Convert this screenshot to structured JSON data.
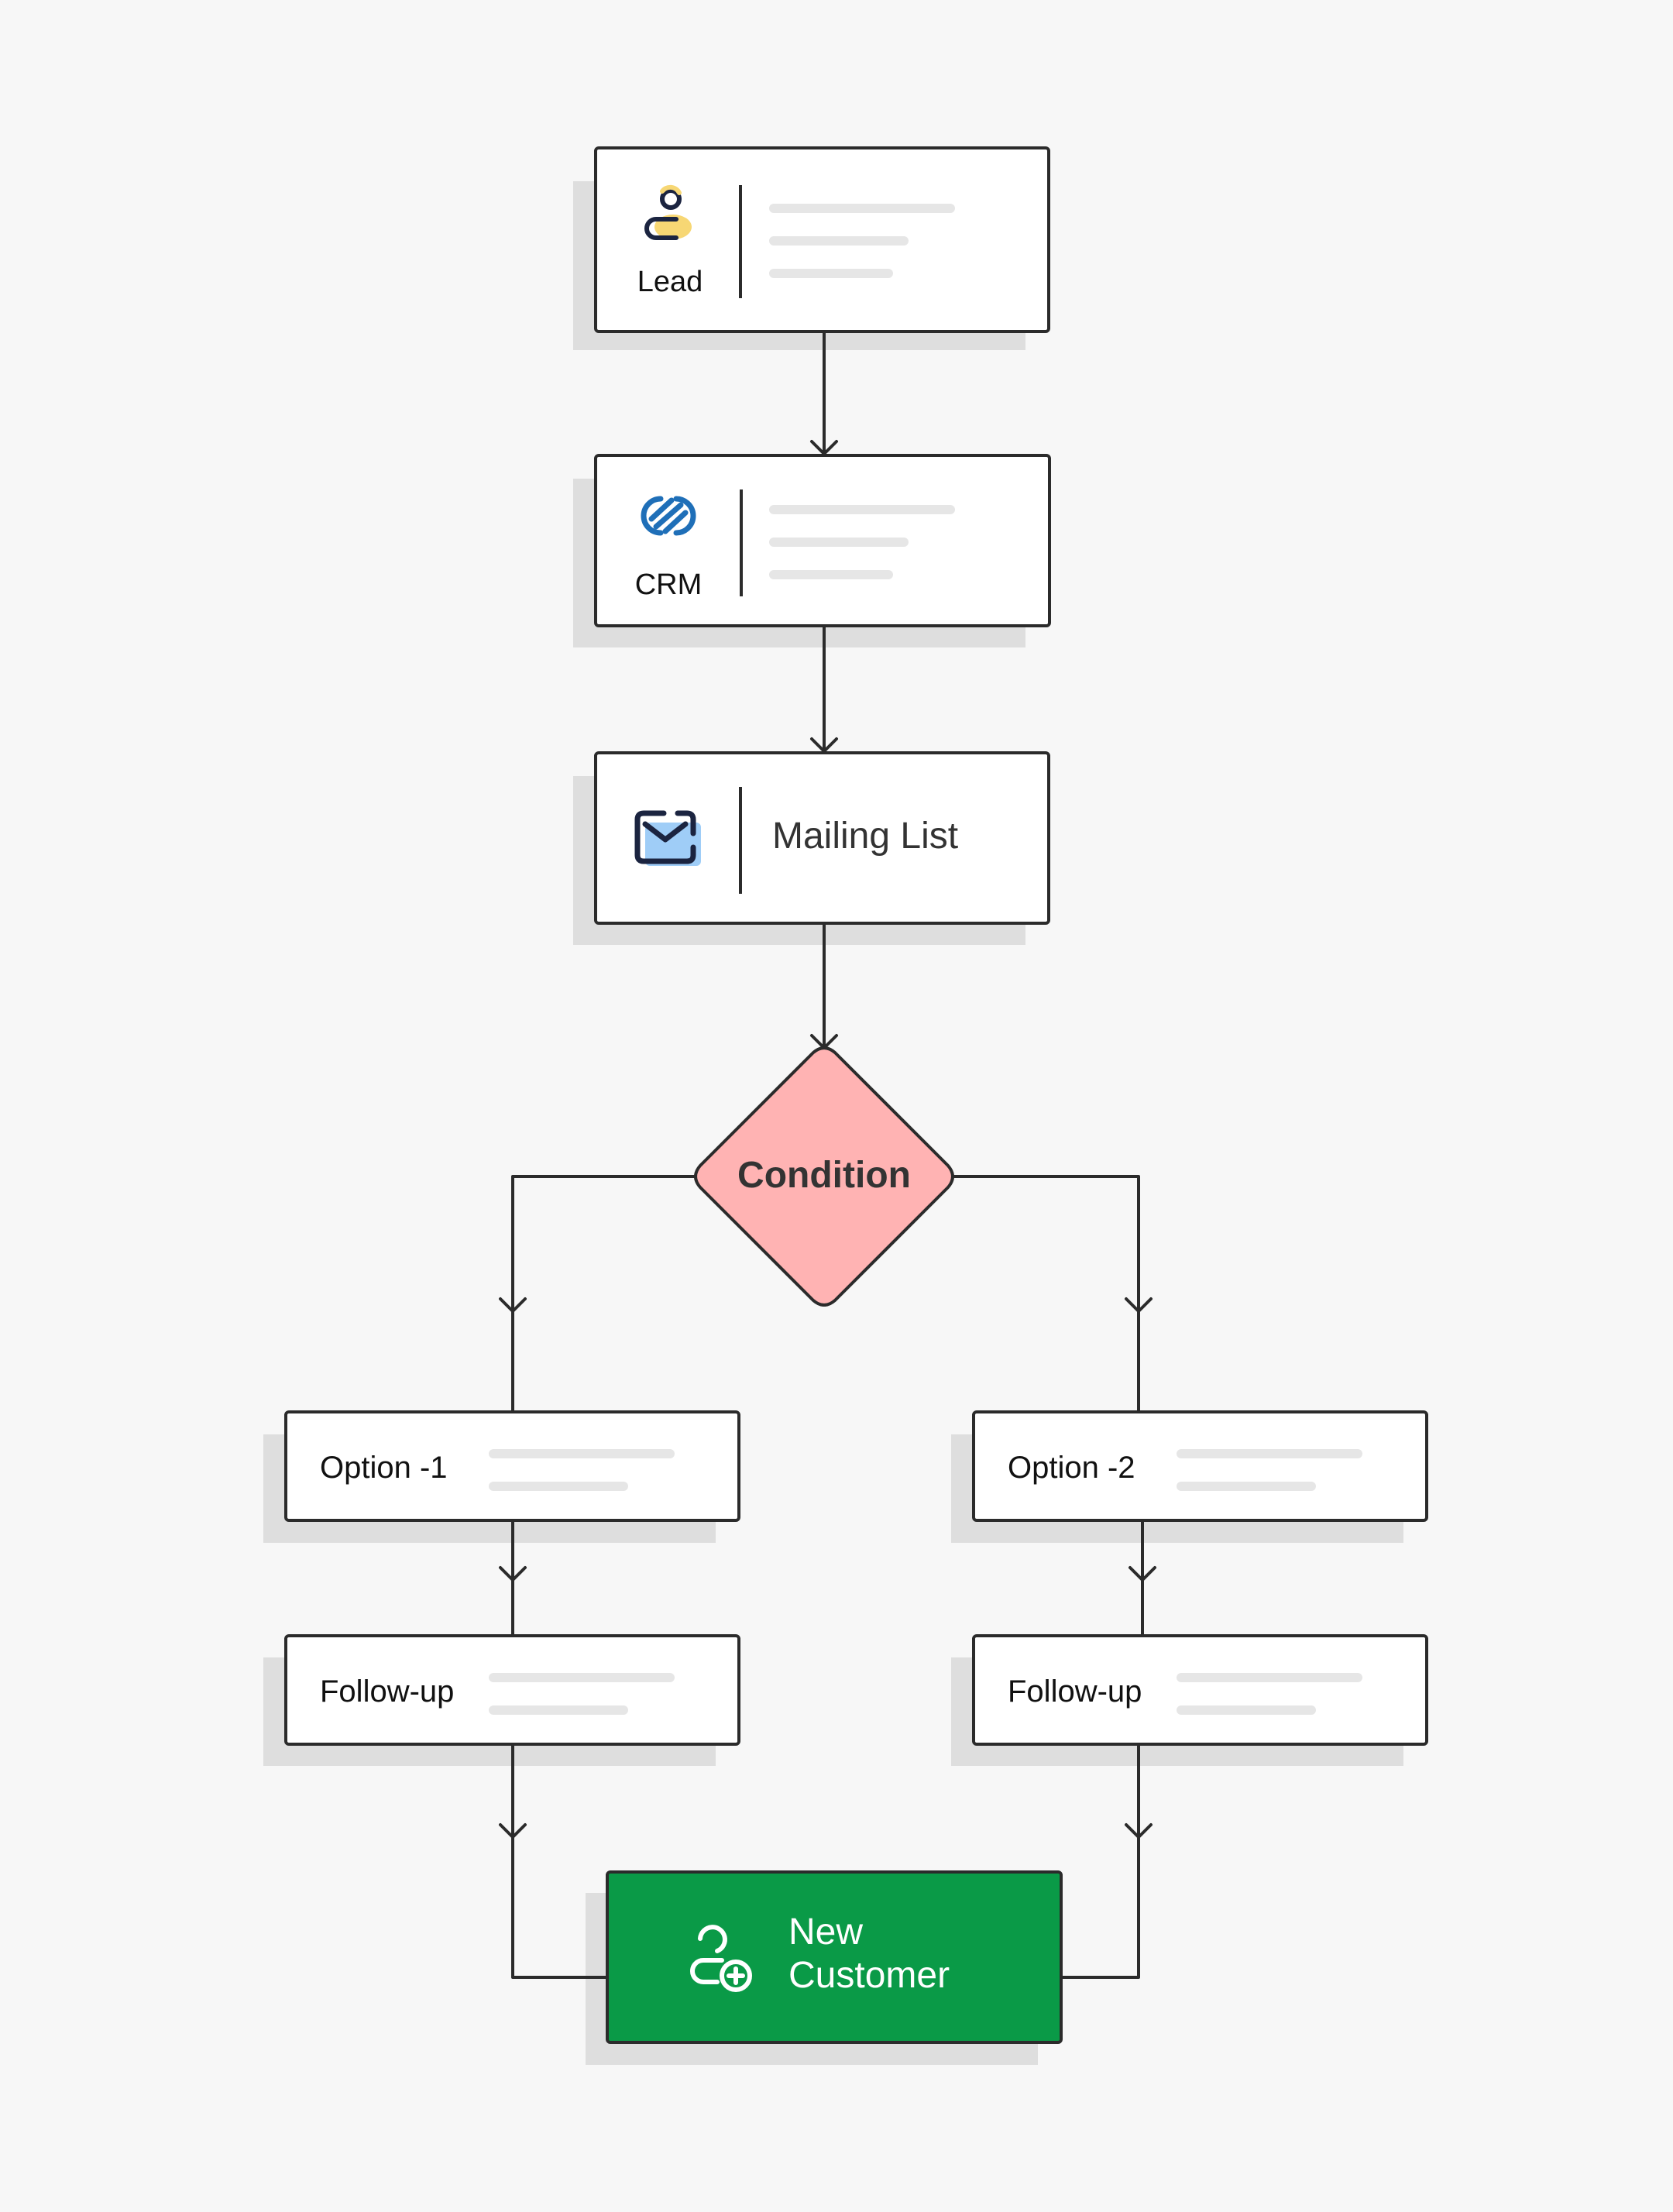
{
  "nodes": {
    "lead": {
      "label": "Lead",
      "icon": "person-icon"
    },
    "crm": {
      "label": "CRM",
      "icon": "crm-link-icon"
    },
    "mailing_list": {
      "label": "Mailing List",
      "icon": "mail-icon"
    },
    "condition": {
      "label": "Condition"
    },
    "option_1": {
      "label": "Option -1"
    },
    "option_2": {
      "label": "Option -2"
    },
    "followup_1": {
      "label": "Follow-up"
    },
    "followup_2": {
      "label": "Follow-up"
    },
    "new_customer": {
      "line1": "New",
      "line2": "Customer",
      "icon": "add-user-icon"
    }
  },
  "edges": [
    [
      "lead",
      "crm"
    ],
    [
      "crm",
      "mailing_list"
    ],
    [
      "mailing_list",
      "condition"
    ],
    [
      "condition",
      "option_1"
    ],
    [
      "condition",
      "option_2"
    ],
    [
      "option_1",
      "followup_1"
    ],
    [
      "option_2",
      "followup_2"
    ],
    [
      "followup_1",
      "new_customer"
    ],
    [
      "followup_2",
      "new_customer"
    ]
  ],
  "colors": {
    "background": "#f7f7f7",
    "stroke": "#2b2b2b",
    "condition_fill": "#ffb3b3",
    "new_customer_fill": "#0a9a47",
    "icon_yellow": "#f7d774",
    "icon_blue": "#1f6fb8",
    "icon_mail_fill": "#9fcdf7"
  }
}
